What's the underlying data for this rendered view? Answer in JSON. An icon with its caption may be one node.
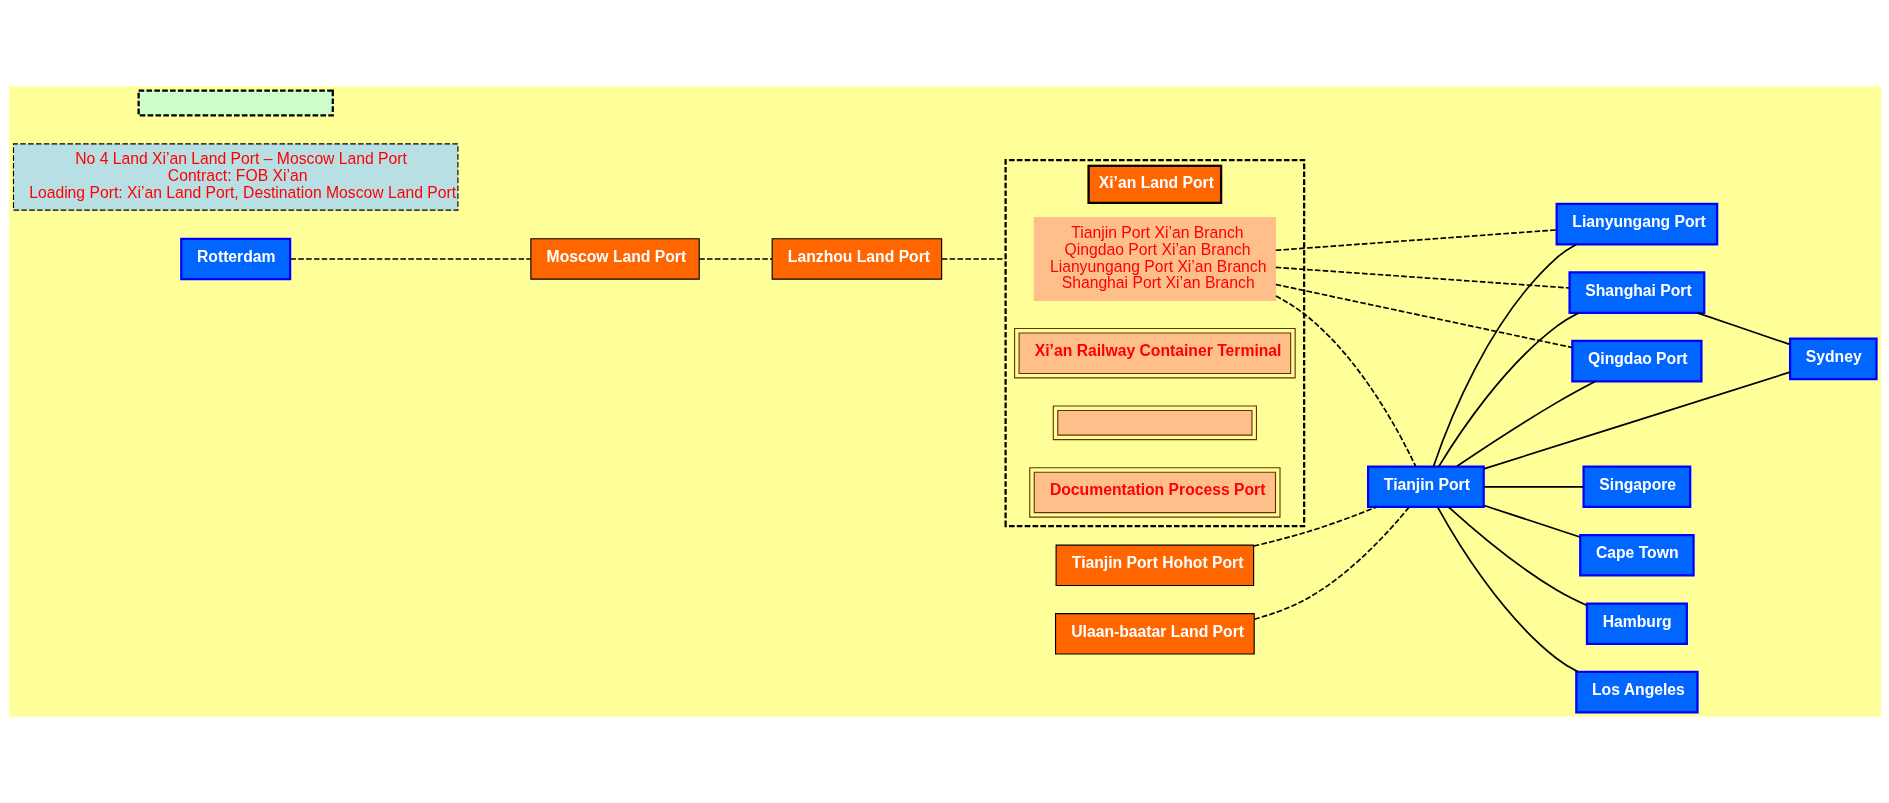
{
  "diagram": {
    "nodes": [
      {
        "text": [
          "Ulaan-baatar Land Port"
        ]
      },
      {
        "text": [
          "Tianjin Port Hohot Port"
        ]
      },
      {
        "text": [
          "Rotterdam"
        ]
      },
      {
        "text": [
          "Moscow Land Port"
        ]
      },
      {
        "text": [
          "Lanzhou Land Port"
        ]
      },
      {
        "text": [
          "Xi’an Land Port"
        ]
      },
      {
        "text": [
          "Tianjin Port Xi’an Branch",
          "Qingdao Port Xi’an Branch",
          "Lianyungang Port Xi’an Branch",
          "Shanghai Port Xi’an Branch"
        ],
        "in": 5
      },
      {
        "text": [
          "Xi’an Railway Container Terminal"
        ],
        "in": 5
      },
      {
        "text": [],
        "shape": "box",
        "in": 5
      },
      {
        "text": [
          "Documentation Process Port"
        ],
        "in": 5
      },
      {
        "text": [
          "Tianjin Port"
        ]
      },
      {
        "text": [
          "Qingdao Port"
        ]
      },
      {
        "text": [
          "Lianyungang Port"
        ]
      },
      {
        "text": [
          "Shanghai Port"
        ]
      },
      {
        "text": [
          "Singapore"
        ]
      },
      {
        "text": [
          "Cape Town"
        ]
      },
      {
        "text": [
          "Hamburg"
        ]
      },
      {
        "text": [
          "Los Angeles"
        ]
      },
      {
        "text": [
          "Sydney"
        ]
      },
      {
        "text": [
          "No 4 Land Xi’an Land Port – Moscow Land Port",
          "Contract: FOB Xi’an",
          "Loading Port: Xi’an Land Port, Destination Moscow Land Port"
        ]
      },
      {
        "text": [],
        "shape": "box"
      }
    ],
    "edges": [
      {
        "from": 2,
        "to": 3,
        "arrow": "none",
        "style": "dashed"
      },
      {
        "from": 3,
        "to": 4,
        "arrow": "none",
        "style": "dashed"
      },
      {
        "from": 4,
        "to": 5,
        "arrow": "none",
        "style": "dashed"
      },
      {
        "from": 0,
        "to": 10,
        "arrow": "none",
        "style": "dashed"
      },
      {
        "from": 1,
        "to": 10,
        "arrow": "none",
        "style": "dashed"
      },
      {
        "from": 6,
        "to": 10,
        "arrow": "none",
        "style": "dashed"
      },
      {
        "from": 6,
        "to": 11,
        "arrow": "none",
        "style": "dashed"
      },
      {
        "from": 6,
        "to": 12,
        "arrow": "none",
        "style": "dashed"
      },
      {
        "from": 6,
        "to": 13,
        "arrow": "none",
        "style": "dashed"
      },
      {
        "from": 10,
        "to": 14,
        "arrow": "none"
      },
      {
        "from": 10,
        "to": 15,
        "arrow": "none"
      },
      {
        "from": 10,
        "to": 16,
        "arrow": "none"
      },
      {
        "from": 10,
        "to": 17,
        "arrow": "none"
      },
      {
        "from": 10,
        "to": 18,
        "arrow": "none"
      },
      {
        "from": 10,
        "to": 11,
        "arrow": "none"
      },
      {
        "from": 10,
        "to": 12,
        "arrow": "none"
      },
      {
        "from": 10,
        "to": 13,
        "arrow": "none"
      },
      {
        "from": 13,
        "to": 18,
        "arrow": "none"
      }
    ]
  }
}
